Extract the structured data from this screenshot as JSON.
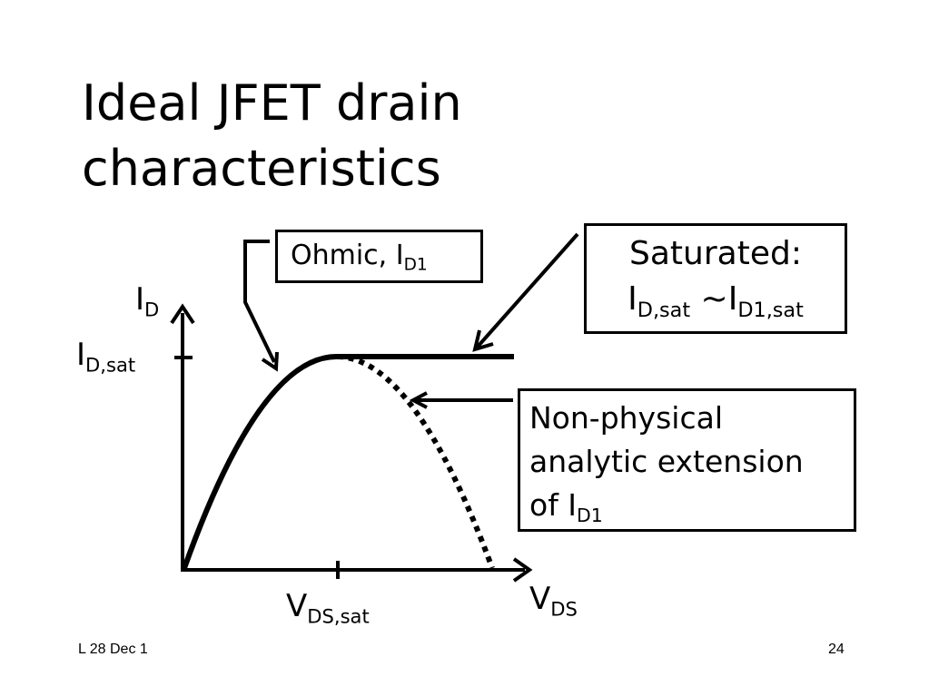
{
  "title": {
    "line1": "Ideal JFET drain",
    "line2": "characteristics"
  },
  "axes": {
    "y_label": {
      "main": "I",
      "sub": "D"
    },
    "x_label": {
      "main": "V",
      "sub": "DS"
    },
    "y_tick": {
      "main": "I",
      "sub": "D,sat"
    },
    "x_tick": {
      "main": "V",
      "sub": "DS,sat"
    }
  },
  "callouts": {
    "ohmic": {
      "main": "Ohmic, I",
      "sub": "D1"
    },
    "saturated": {
      "line1": "Saturated:",
      "l2a": "I",
      "l2a_sub": "D,sat",
      "l2b": " ~I",
      "l2b_sub": "D1,sat"
    },
    "nonphysical": {
      "line1": "Non-physical",
      "line2": "analytic extension",
      "line3_main": "of I",
      "line3_sub": "D1"
    }
  },
  "footer": {
    "left": "L 28 Dec 1",
    "right": "24"
  }
}
